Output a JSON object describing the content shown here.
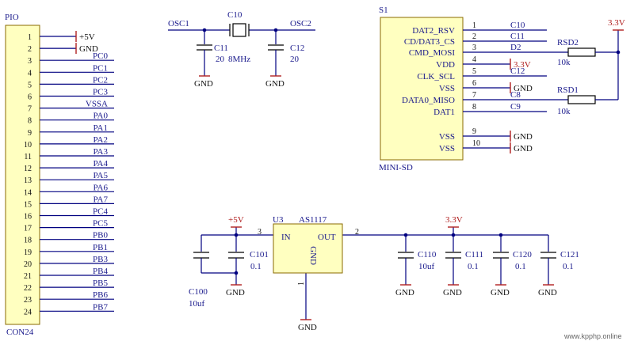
{
  "pio": {
    "designator": "PIO",
    "part": "CON24",
    "pin_numbers": [
      "1",
      "2",
      "3",
      "4",
      "5",
      "6",
      "7",
      "8",
      "9",
      "10",
      "11",
      "12",
      "13",
      "14",
      "15",
      "16",
      "17",
      "18",
      "19",
      "20",
      "21",
      "22",
      "23",
      "24"
    ],
    "nets": [
      "+5V",
      "GND",
      "PC0",
      "PC1",
      "PC2",
      "PC3",
      "VSSA",
      "PA0",
      "PA1",
      "PA2",
      "PA3",
      "PA4",
      "PA5",
      "PA6",
      "PA7",
      "PC4",
      "PC5",
      "PB0",
      "PB1",
      "PB3",
      "PB4",
      "PB5",
      "PB6",
      "PB7"
    ]
  },
  "crystal": {
    "ref": "C10",
    "osc_left": "OSC1",
    "osc_right": "OSC2",
    "c11_ref": "C11",
    "c11_val": "20",
    "freq": "8MHz",
    "c12_ref": "C12",
    "c12_val": "20",
    "gnd_left": "GND",
    "gnd_right": "GND"
  },
  "sd": {
    "designator": "S1",
    "part": "MINI-SD",
    "pins": [
      {
        "name": "DAT2_RSV",
        "num": "1",
        "net": "C10"
      },
      {
        "name": "CD/DAT3_CS",
        "num": "2",
        "net": "C11"
      },
      {
        "name": "CMD_MOSI",
        "num": "3",
        "net": "D2"
      },
      {
        "name": "VDD",
        "num": "4",
        "net": "3.3V"
      },
      {
        "name": "CLK_SCL",
        "num": "5",
        "net": "C12"
      },
      {
        "name": "VSS",
        "num": "6",
        "net": "GND"
      },
      {
        "name": "DATA0_MISO",
        "num": "7",
        "net": "C8"
      },
      {
        "name": "DAT1",
        "num": "8",
        "net": "C9"
      },
      {
        "name": "VSS",
        "num": "9",
        "net": "GND"
      },
      {
        "name": "VSS",
        "num": "10",
        "net": "GND"
      }
    ],
    "rsd2_ref": "RSD2",
    "rsd2_val": "10k",
    "rsd1_ref": "RSD1",
    "rsd1_val": "10k",
    "pullup_rail": "3.3V"
  },
  "regulator": {
    "ref": "U3",
    "part": "AS1117",
    "pin_in": "IN",
    "pin_out": "OUT",
    "pin_gnd": "GND",
    "in_num": "3",
    "out_num": "2",
    "gnd_num": "1",
    "input_rail": "+5V",
    "output_rail": "3.3V",
    "c100_ref": "C100",
    "c100_val": "10uf",
    "c101_ref": "C101",
    "c101_val": "0.1",
    "c110_ref": "C110",
    "c110_val": "10uf",
    "c111_ref": "C111",
    "c111_val": "0.1",
    "c120_ref": "C120",
    "c120_val": "0.1",
    "c121_ref": "C121",
    "c121_val": "0.1",
    "gnd": "GND"
  },
  "watermark": "www.kpphp.online",
  "colors": {
    "wire": "#000080",
    "text": "#1a1a8c",
    "pin_number": "#111111",
    "power_symbol": "#b02020",
    "component_fill": "#ffffc0",
    "component_border": "#8a6a00"
  }
}
